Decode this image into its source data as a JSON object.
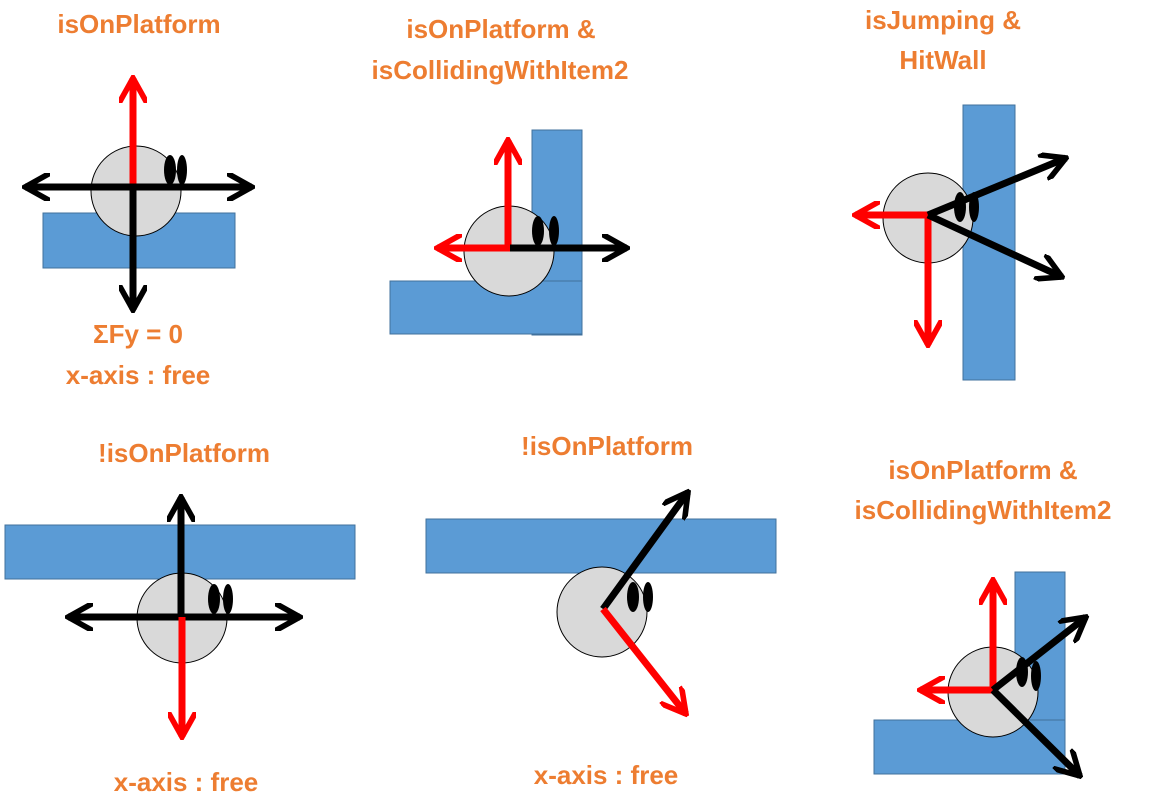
{
  "colors": {
    "label": "#ED7D31",
    "platform": "#5B9BD5",
    "platform_edge": "#41719C",
    "character": "#D9D9D9",
    "character_edge": "#000000",
    "arrow_red": "#FF0000",
    "arrow_black": "#000000"
  },
  "panels": [
    {
      "id": "p1",
      "labels": [
        "isOnPlatform"
      ],
      "bottom_labels": [
        "ΣFy = 0",
        "x-axis : free"
      ]
    },
    {
      "id": "p2",
      "labels": [
        "isOnPlatform &",
        "isCollidingWithItem2"
      ],
      "bottom_labels": []
    },
    {
      "id": "p3",
      "labels": [
        "isJumping &",
        "HitWall"
      ],
      "bottom_labels": []
    },
    {
      "id": "p4",
      "labels": [
        "!isOnPlatform"
      ],
      "bottom_labels": [
        "x-axis : free"
      ]
    },
    {
      "id": "p5",
      "labels": [
        "!isOnPlatform"
      ],
      "bottom_labels": [
        "x-axis : free"
      ]
    },
    {
      "id": "p6",
      "labels": [
        "isOnPlatform &",
        "isCollidingWithItem2"
      ],
      "bottom_labels": []
    }
  ]
}
